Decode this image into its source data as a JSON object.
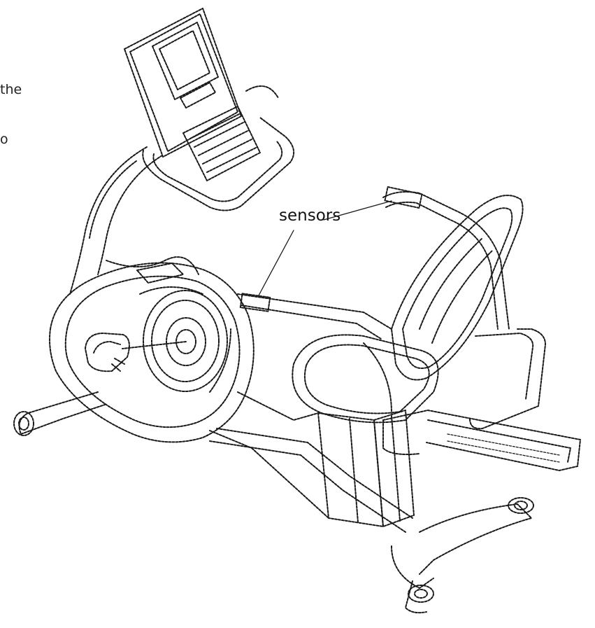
{
  "diagram": {
    "callout_label": "sensors",
    "cropped_text_fragments": [
      "the",
      "o"
    ],
    "line_color": "#1a1a1a",
    "background": "#ffffff"
  }
}
